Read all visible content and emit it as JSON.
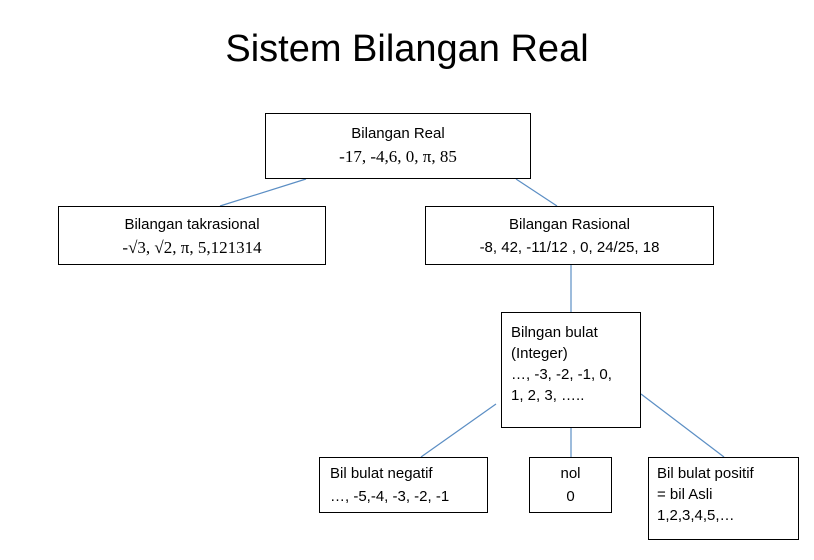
{
  "title": "Sistem Bilangan Real",
  "nodes": {
    "real": {
      "label": "Bilangan Real",
      "examples": "-17,   -4,6,   0,   π,  85"
    },
    "irrational": {
      "label": "Bilangan takrasional",
      "examples": "-√3,  √2,  π,   5,121314"
    },
    "rational": {
      "label": "Bilangan  Rasional",
      "examples": "-8,  42,  -11/12  , 0,  24/25,   18"
    },
    "integer": {
      "label": "Bilngan bulat",
      "sublabel": "(Integer)",
      "examples_1": "…, -3, -2,  -1,  0,",
      "examples_2": "1,  2,  3, ….."
    },
    "negative": {
      "label": "Bil bulat negatif",
      "examples": "…, -5,-4, -3, -2, -1"
    },
    "zero": {
      "label": "nol",
      "examples": "0"
    },
    "positive": {
      "label": "Bil bulat positif",
      "sublabel": "= bil Asli",
      "examples": "1,2,3,4,5,…"
    }
  },
  "colors": {
    "connector": "#5b8ec4",
    "border": "#000000"
  }
}
